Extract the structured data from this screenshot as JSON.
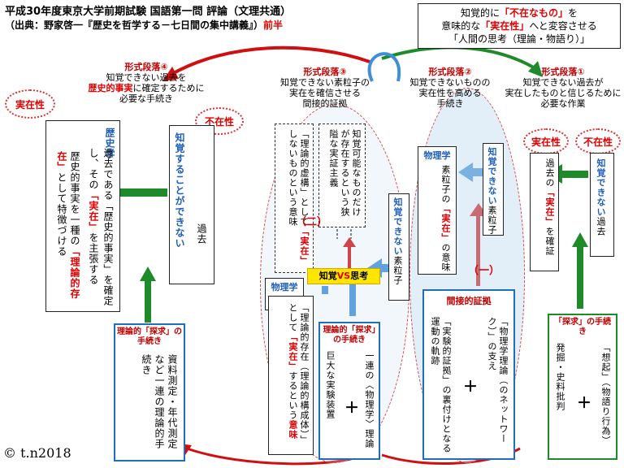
{
  "title": {
    "line1": "平成30年度東京大学前期試験 国語第一問 評論（文理共通）",
    "line2_a": "（出典：野家啓一『歴史を哲学する－七日間の集中講義』）",
    "line2_b": "前半"
  },
  "summary_box": {
    "l1_a": "知覚的に",
    "l1_red": "「不在なもの」",
    "l1_b": "を",
    "l2_a": "意味的な",
    "l2_red": "「実在性」",
    "l2_b": "へと変容させる",
    "l3": "「人間の思考（理論・物語り）」"
  },
  "paragraphs": {
    "p1": {
      "heading": "形式段落①",
      "l1": "知覚できない過去が",
      "l2": "実在したものと信じるために",
      "l3": "必要な作業"
    },
    "p2": {
      "heading": "形式段落②",
      "l1": "知覚できないものの",
      "l2": "実在性を高める",
      "l3": "手続き"
    },
    "p3": {
      "heading": "形式段落③",
      "l1": "知覚できない素粒子の",
      "l2": "実在を確信させる",
      "l3": "間接的証拠"
    },
    "p4": {
      "heading": "形式段落④",
      "l1": "知覚できない過去を",
      "l2_red": "歴史的事実",
      "l2_b": "に確定するために",
      "l3": "必要な手続き"
    }
  },
  "clouds": {
    "jitsuzai": "実在性",
    "fuzai": "不在性"
  },
  "col1": {
    "head": "歴史学",
    "body_a": "過去である「歴史的事実」を確定し、その",
    "body_red": "「実在」",
    "body_b": "を主張する",
    "body2_a": "歴史的事実を一種の",
    "body2_red": "「理論的存在」",
    "body2_b": "として特徴づける",
    "mid_blue": "知覚することができない",
    "mid_b": "過去"
  },
  "col_left_bottom": {
    "head": "理論的「探求」の手続き",
    "body": "資料測定・年代測定など一連の理論的手続き"
  },
  "col2": {
    "theoretical_a": "「理論的虚構」として",
    "theoretical_red": "「実在」",
    "theoretical_b": "しないものという意味",
    "dash_text": "知覚可能なものだけが存在するという狭隘な実証主義",
    "marker_two": "（二）",
    "vs_a": "知覚",
    "vs_red": "VS",
    "vs_b": "思考",
    "perceive_blue": "知覚できない",
    "perceive_b": "素粒子",
    "phys_head": "物理学",
    "phys_a": "「理論的存在（理論的構成体）」として",
    "phys_red": "「実在」",
    "phys_b": "するという",
    "phys_red2": "意味",
    "bottom_head": "理論的「探求」の手続き",
    "bottom_right": "一連の〈物理学〉理論",
    "bottom_left": "巨大な実験装置",
    "plus": "＋"
  },
  "col3": {
    "phys_head": "物理学",
    "phys_a": "素粒子の",
    "phys_red": "「実在」",
    "phys_b": "の意味",
    "right_blue": "知覚できない",
    "right_b": "素粒子",
    "marker_one": "（一）",
    "bottom_head": "間接的証拠",
    "bottom_right": "「物理学理論（のネットワーク）」の支え",
    "bottom_left": "「実験的証拠」の裏付けとなる運動の軌跡",
    "plus": "＋"
  },
  "col4": {
    "left_a": "過去の",
    "left_red": "「実在」",
    "left_b": "を確証",
    "right_blue": "知覚できない",
    "right_b": "過去",
    "bottom_head": "「探求」の手続き",
    "bottom_right": "「想起」（物語り行為）",
    "bottom_left": "発掘・史料批判",
    "plus": "＋"
  },
  "copyright": "© t.n2018",
  "colors": {
    "accent_red": "#e00000",
    "accent_blue": "#1f5fb8",
    "arrow_green": "#1f8a2a",
    "arrow_red": "#c00000"
  }
}
